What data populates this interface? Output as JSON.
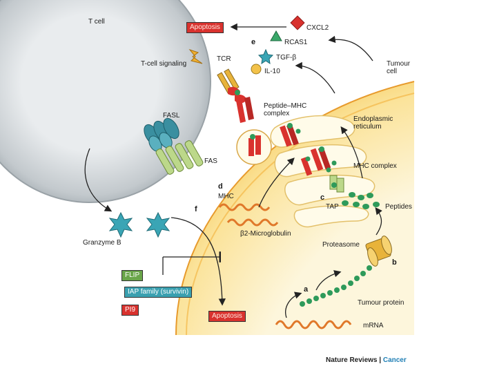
{
  "labels": {
    "t_cell": "T cell",
    "apoptosis_top": "Apoptosis",
    "cxcl2": "CXCL2",
    "rcas1": "RCAS1",
    "tgf_beta": "TGF-β",
    "il10": "IL-10",
    "panel_e": "e",
    "t_cell_signaling": "T-cell signaling",
    "tcr": "TCR",
    "tumour_cell": "Tumour\ncell",
    "peptide_mhc": "Peptide–MHC\ncomplex",
    "fasl": "FASL",
    "er": "Endoplasmic\nreticulum",
    "fas": "FAS",
    "mhc_complex": "MHC complex",
    "panel_d": "d",
    "mhc": "MHC",
    "panel_c": "c",
    "tap": "TAP",
    "peptides": "Peptides",
    "panel_f": "f",
    "beta2": "β2-Microglobulin",
    "granzyme_b": "Granzyme B",
    "proteasome": "Proteasome",
    "panel_b": "b",
    "flip": "FLIP",
    "iap_family": "IAP family (survivin)",
    "pi9": "PI9",
    "panel_a": "a",
    "tumour_protein": "Tumour protein",
    "apoptosis_bottom": "Apoptosis",
    "mrna": "mRNA"
  },
  "footer": {
    "journal": "Nature Reviews | ",
    "section": "Cancer"
  },
  "colors": {
    "tumour_outer": "#f5c542",
    "tumour_inner": "#fbe9a8",
    "tcell": "#c9cfd3",
    "mhc_red": "#d9322e",
    "peptide_green": "#2e9a5a",
    "fas_green": "#bcd88a",
    "fasl_teal": "#3a8fa0"
  }
}
